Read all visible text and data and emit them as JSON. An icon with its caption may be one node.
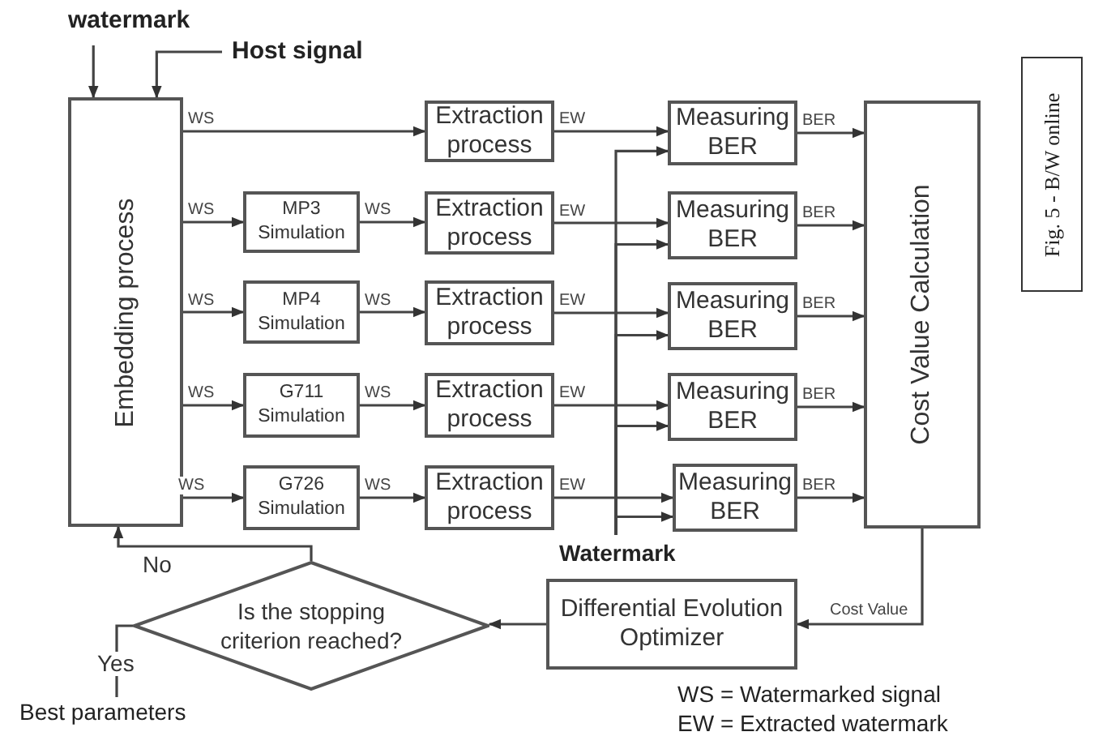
{
  "diagram": {
    "nodes": [
      {
        "text": [
          "watermark"
        ]
      },
      {
        "text": [
          "Host signal"
        ]
      },
      {
        "text": [
          "Embedding process"
        ]
      },
      {
        "text": [
          "Extraction process"
        ]
      },
      {
        "text": [
          "MP3 Simulation"
        ]
      },
      {
        "text": [
          "Extraction process"
        ]
      },
      {
        "text": [
          "MP4 Simulation"
        ]
      },
      {
        "text": [
          "Extraction process"
        ]
      },
      {
        "text": [
          "G711 Simulation"
        ]
      },
      {
        "text": [
          "Extraction process"
        ]
      },
      {
        "text": [
          "G726 Simulation"
        ]
      },
      {
        "text": [
          "Extraction process"
        ]
      },
      {
        "text": [
          "Measuring BER"
        ]
      },
      {
        "text": [
          "Measuring BER"
        ]
      },
      {
        "text": [
          "Measuring BER"
        ]
      },
      {
        "text": [
          "Measuring BER"
        ]
      },
      {
        "text": [
          "Measuring BER"
        ]
      },
      {
        "text": [
          "Cost Value Calculation"
        ]
      },
      {
        "text": [
          "Watermark"
        ]
      },
      {
        "text": [
          "Differential Evolution Optimizer"
        ]
      },
      {
        "text": [
          "Is the stopping criterion reached?"
        ]
      },
      {
        "text": [
          "Best parameters"
        ]
      },
      {
        "text": [
          "Fig. 5 - B/W online"
        ]
      }
    ],
    "edges": [
      {
        "from": 0,
        "to": 2,
        "arrow": "to"
      },
      {
        "from": 1,
        "to": 2,
        "arrow": "to"
      },
      {
        "from": 2,
        "to": 3,
        "arrow": "to",
        "label": "WS"
      },
      {
        "from": 2,
        "to": 4,
        "arrow": "to",
        "label": "WS"
      },
      {
        "from": 4,
        "to": 5,
        "arrow": "to",
        "label": "WS"
      },
      {
        "from": 2,
        "to": 6,
        "arrow": "to",
        "label": "WS"
      },
      {
        "from": 6,
        "to": 7,
        "arrow": "to",
        "label": "WS"
      },
      {
        "from": 2,
        "to": 8,
        "arrow": "to",
        "label": "WS"
      },
      {
        "from": 8,
        "to": 9,
        "arrow": "to",
        "label": "WS"
      },
      {
        "from": 2,
        "to": 10,
        "arrow": "to",
        "label": "WS"
      },
      {
        "from": 10,
        "to": 11,
        "arrow": "to",
        "label": "WS"
      },
      {
        "from": 3,
        "to": 12,
        "arrow": "to",
        "label": "EW"
      },
      {
        "from": 5,
        "to": 13,
        "arrow": "to",
        "label": "EW"
      },
      {
        "from": 7,
        "to": 14,
        "arrow": "to",
        "label": "EW"
      },
      {
        "from": 9,
        "to": 15,
        "arrow": "to",
        "label": "EW"
      },
      {
        "from": 11,
        "to": 16,
        "arrow": "to",
        "label": "EW"
      },
      {
        "from": 18,
        "to": 12,
        "arrow": "to"
      },
      {
        "from": 18,
        "to": 13,
        "arrow": "to"
      },
      {
        "from": 18,
        "to": 14,
        "arrow": "to"
      },
      {
        "from": 18,
        "to": 15,
        "arrow": "to"
      },
      {
        "from": 18,
        "to": 16,
        "arrow": "to"
      },
      {
        "from": 12,
        "to": 17,
        "arrow": "to",
        "label": "BER"
      },
      {
        "from": 13,
        "to": 17,
        "arrow": "to",
        "label": "BER"
      },
      {
        "from": 14,
        "to": 17,
        "arrow": "to",
        "label": "BER"
      },
      {
        "from": 15,
        "to": 17,
        "arrow": "to",
        "label": "BER"
      },
      {
        "from": 16,
        "to": 17,
        "arrow": "to",
        "label": "BER"
      },
      {
        "from": 17,
        "to": 19,
        "arrow": "to",
        "label": "Cost Value"
      },
      {
        "from": 19,
        "to": 20,
        "arrow": "to"
      },
      {
        "from": 20,
        "to": 2,
        "arrow": "to",
        "label": "No"
      },
      {
        "from": 20,
        "to": 21,
        "arrow": "none",
        "label": "Yes"
      }
    ],
    "labels": [
      "WS = Watermarked signal",
      "EW = Extracted watermark"
    ]
  }
}
